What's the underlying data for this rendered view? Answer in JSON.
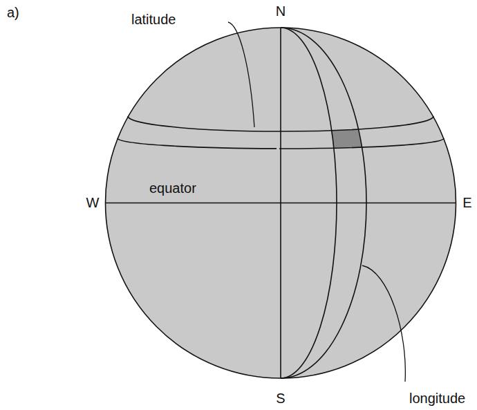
{
  "diagram": {
    "labels": [
      "a)",
      "latitude",
      "N",
      "W",
      "equator",
      "E",
      "S",
      "longitude"
    ]
  }
}
